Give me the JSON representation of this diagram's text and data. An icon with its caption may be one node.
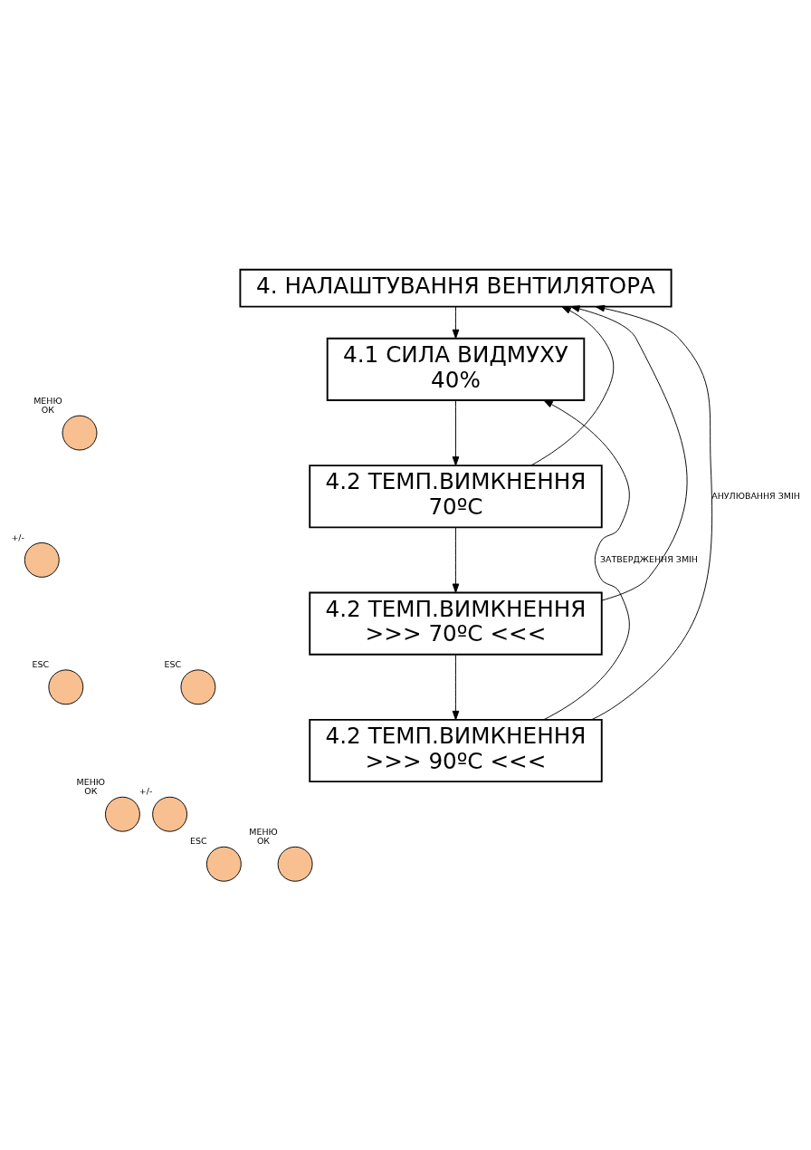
{
  "diagram": {
    "nodes": [
      {
        "text": [
          "4. НАЛАШТУВАННЯ ВЕНТИЛЯТОРА"
        ]
      },
      {
        "text": [],
        "shape": "circle",
        "beside": [
          "МЕНЮ ОК"
        ]
      },
      {
        "text": [
          "4.1 СИЛА ВИДМУХУ",
          "40%"
        ]
      },
      {
        "text": [],
        "shape": "circle",
        "beside": [
          "+/-"
        ]
      },
      {
        "text": [],
        "shape": "circle",
        "beside": [
          "ESC"
        ]
      },
      {
        "text": [
          "4.2 ТЕМП.ВИМКНЕННЯ",
          "70ºC"
        ]
      },
      {
        "text": [],
        "shape": "circle",
        "beside": [
          "МЕНЮ ОК"
        ]
      },
      {
        "text": [],
        "shape": "circle",
        "beside": [
          "ESC"
        ]
      },
      {
        "text": [
          "4.2 ТЕМП.ВИМКНЕННЯ",
          ">>> 70ºC <<<"
        ]
      },
      {
        "text": [],
        "shape": "circle",
        "beside": [
          "+/-"
        ]
      },
      {
        "text": [],
        "shape": "circle",
        "beside": [
          "ESC"
        ]
      },
      {
        "text": [
          "4.2 ТЕМП.ВИМКНЕННЯ",
          ">>> 90ºC <<<"
        ]
      },
      {
        "text": [],
        "shape": "circle",
        "beside": [
          "МЕНЮ ОК"
        ]
      }
    ],
    "edges": [
      {
        "from": 0,
        "to": 2,
        "arrow": "to"
      },
      {
        "from": 2,
        "to": 5,
        "arrow": "to"
      },
      {
        "from": 5,
        "to": 8,
        "arrow": "to"
      },
      {
        "from": 8,
        "to": 11,
        "arrow": "to"
      },
      {
        "from": 5,
        "to": 0,
        "arrow": "to"
      },
      {
        "from": 8,
        "to": 0,
        "arrow": "to"
      },
      {
        "from": 11,
        "to": 0,
        "arrow": "to",
        "label": "АНУЛЮВАННЯ ЗМІН"
      },
      {
        "from": 11,
        "to": 2,
        "arrow": "to",
        "label": "ЗАТВЕРДЖЕННЯ ЗМІН"
      }
    ]
  }
}
